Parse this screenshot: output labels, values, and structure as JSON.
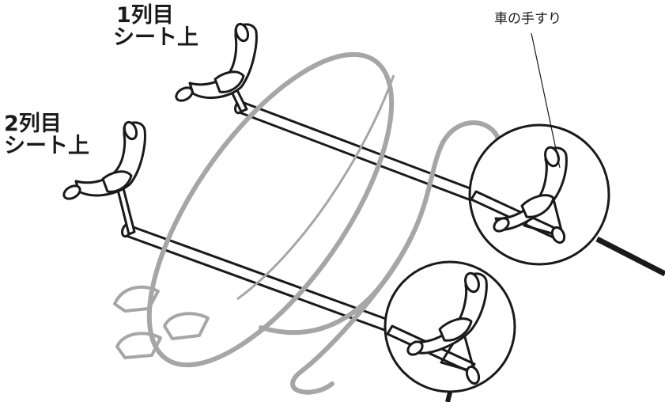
{
  "labels": {
    "row1_line1": "1列目",
    "row1_line2": "シート上",
    "row2_line1": "2列目",
    "row2_line2": "シート上",
    "car_handrail": "車の手すり"
  },
  "colors": {
    "line": "#1a1a1a",
    "board_outline": "#a6a6a6",
    "background": "#ffffff"
  },
  "icons": [
    "handrail-hook-icon",
    "surfboard-outline",
    "magnifier-circle"
  ]
}
